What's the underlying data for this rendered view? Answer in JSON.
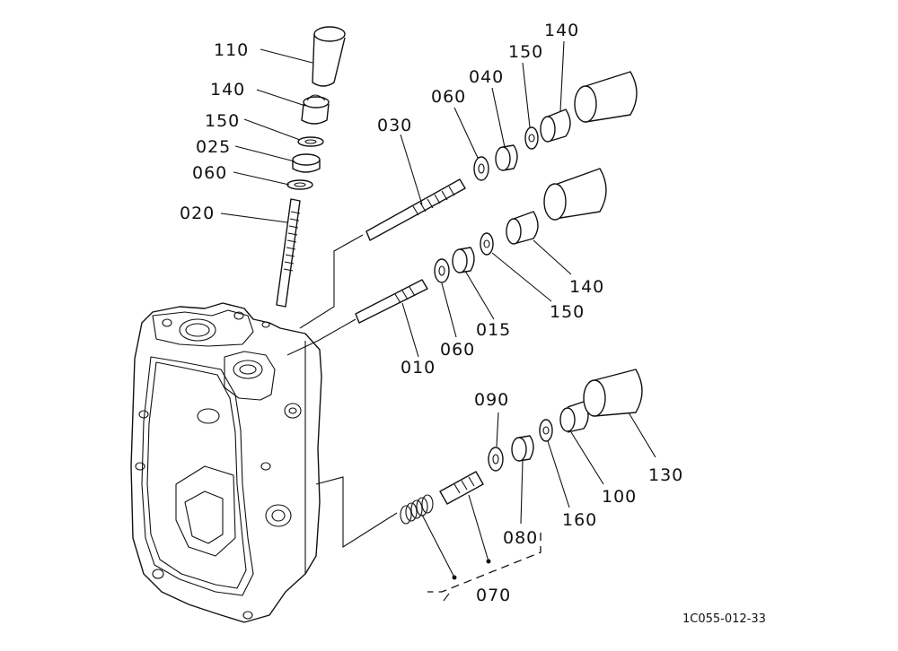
{
  "labels": {
    "l110": "110",
    "l140a": "140",
    "l150a": "150",
    "l025": "025",
    "l060a": "060",
    "l020": "020",
    "l030": "030",
    "l060b": "060",
    "l040": "040",
    "l150b": "150",
    "l140b": "140",
    "l140c": "140",
    "l150c": "150",
    "l015": "015",
    "l060c": "060",
    "l010": "010",
    "l090": "090",
    "l130": "130",
    "l100": "100",
    "l160": "160",
    "l080": "080",
    "l070": "070"
  },
  "reference": "1C055-012-33"
}
